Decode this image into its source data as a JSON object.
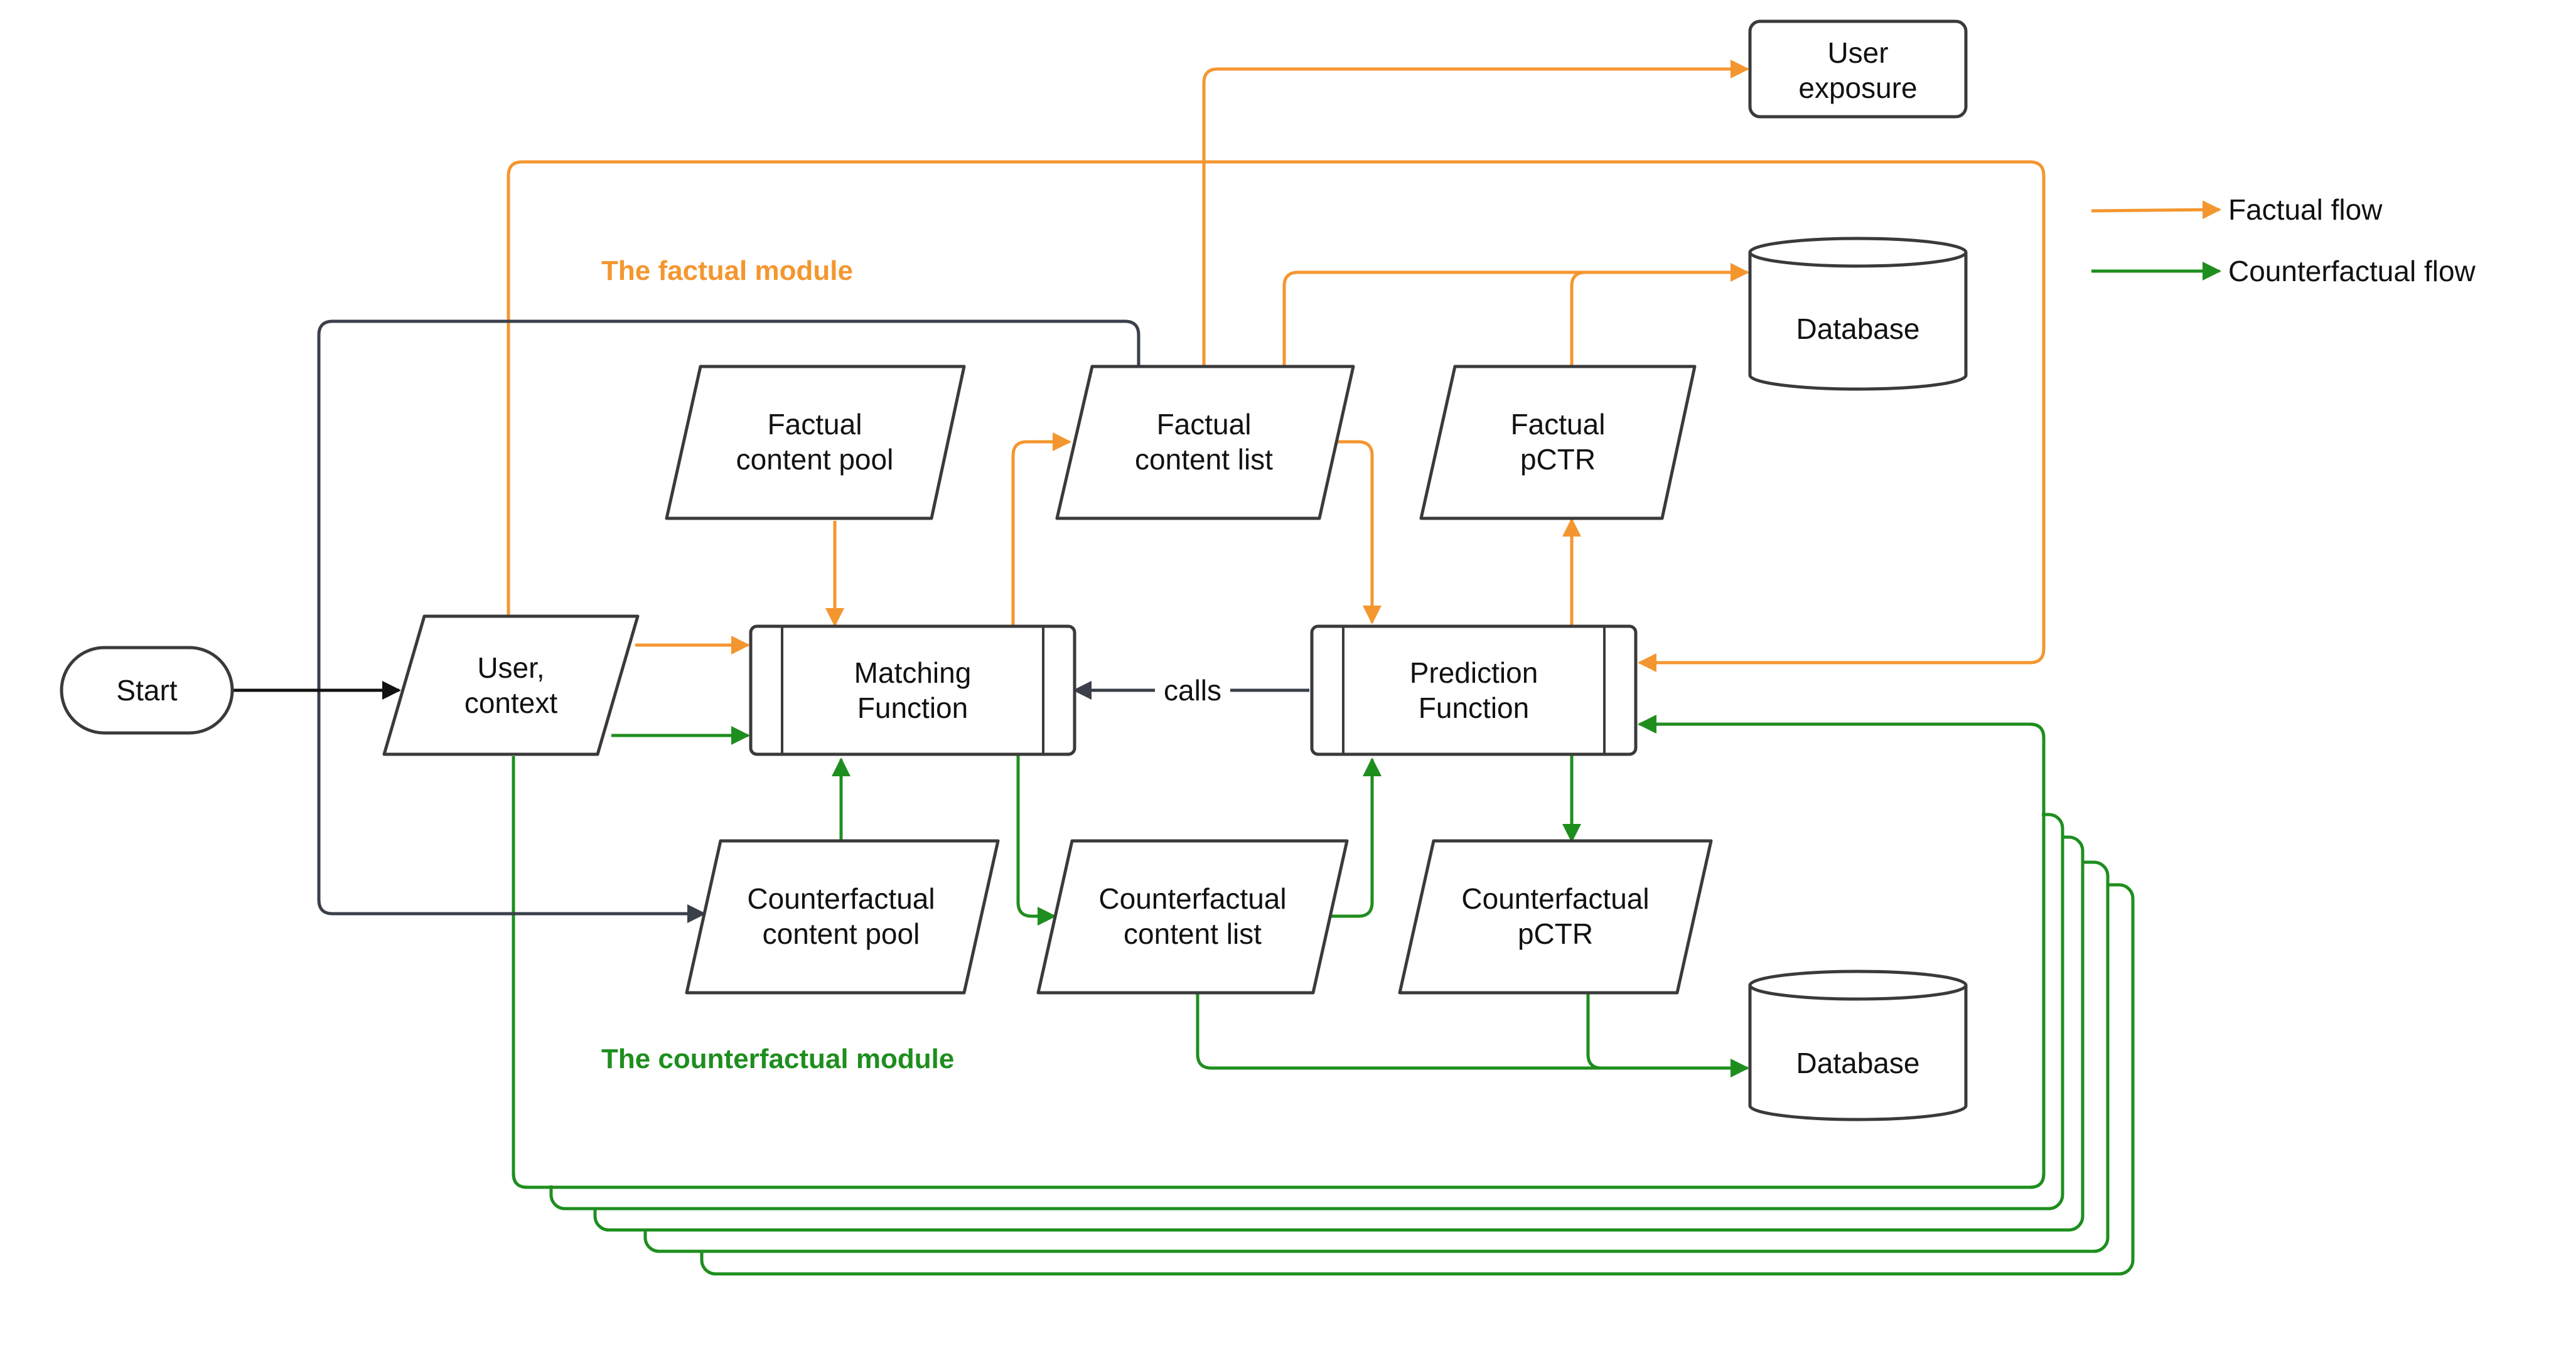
{
  "colors": {
    "factual": "#F4962F",
    "counterfactual": "#1E8E1E",
    "neutral": "#3A3F4A",
    "box_stroke": "#3A3A3A"
  },
  "nodes": {
    "start": "Start",
    "user_context": [
      "User,",
      "context"
    ],
    "factual_content_pool": [
      "Factual",
      "content pool"
    ],
    "factual_content_list": [
      "Factual",
      "content list"
    ],
    "factual_pctr": [
      "Factual",
      "pCTR"
    ],
    "matching_function": [
      "Matching",
      "Function"
    ],
    "prediction_function": [
      "Prediction",
      "Function"
    ],
    "counterfactual_content_pool": [
      "Counterfactual",
      "content pool"
    ],
    "counterfactual_content_list": [
      "Counterfactual",
      "content list"
    ],
    "counterfactual_pctr": [
      "Counterfactual",
      "pCTR"
    ],
    "user_exposure": [
      "User",
      "exposure"
    ],
    "database_top": "Database",
    "database_bottom": "Database"
  },
  "labels": {
    "calls": "calls",
    "factual_module": "The factual module",
    "counterfactual_module": "The counterfactual module"
  },
  "legend": {
    "factual_flow": "Factual flow",
    "counterfactual_flow": "Counterfactual flow"
  }
}
